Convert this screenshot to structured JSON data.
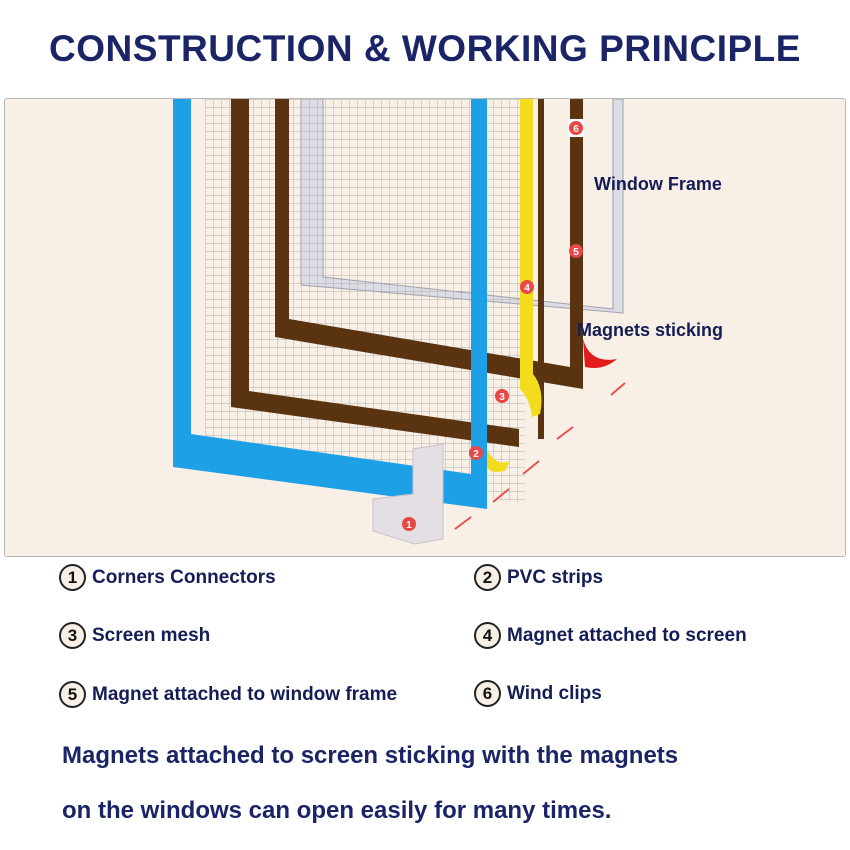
{
  "title": "CONSTRUCTION & WORKING PRINCIPLE",
  "diagram": {
    "labels": {
      "window_frame": "Window Frame",
      "magnets_sticking": "Magnets sticking"
    },
    "markers": [
      "1",
      "2",
      "3",
      "4",
      "5",
      "6"
    ],
    "colors": {
      "blue_frame": "#1ea0e6",
      "brown": "#5a3410",
      "yellow": "#f2dc1c",
      "marker": "#e84848"
    }
  },
  "legend": [
    {
      "num": "1",
      "label": "Corners Connectors"
    },
    {
      "num": "2",
      "label": "PVC strips"
    },
    {
      "num": "3",
      "label": "Screen mesh"
    },
    {
      "num": "4",
      "label": "Magnet attached to screen"
    },
    {
      "num": "5",
      "label": "Magnet attached to window frame"
    },
    {
      "num": "6",
      "label": "Wind clips"
    }
  ],
  "footer": {
    "line1": "Magnets attached to screen sticking with the magnets",
    "line2": "on the windows can open easily for many times."
  }
}
